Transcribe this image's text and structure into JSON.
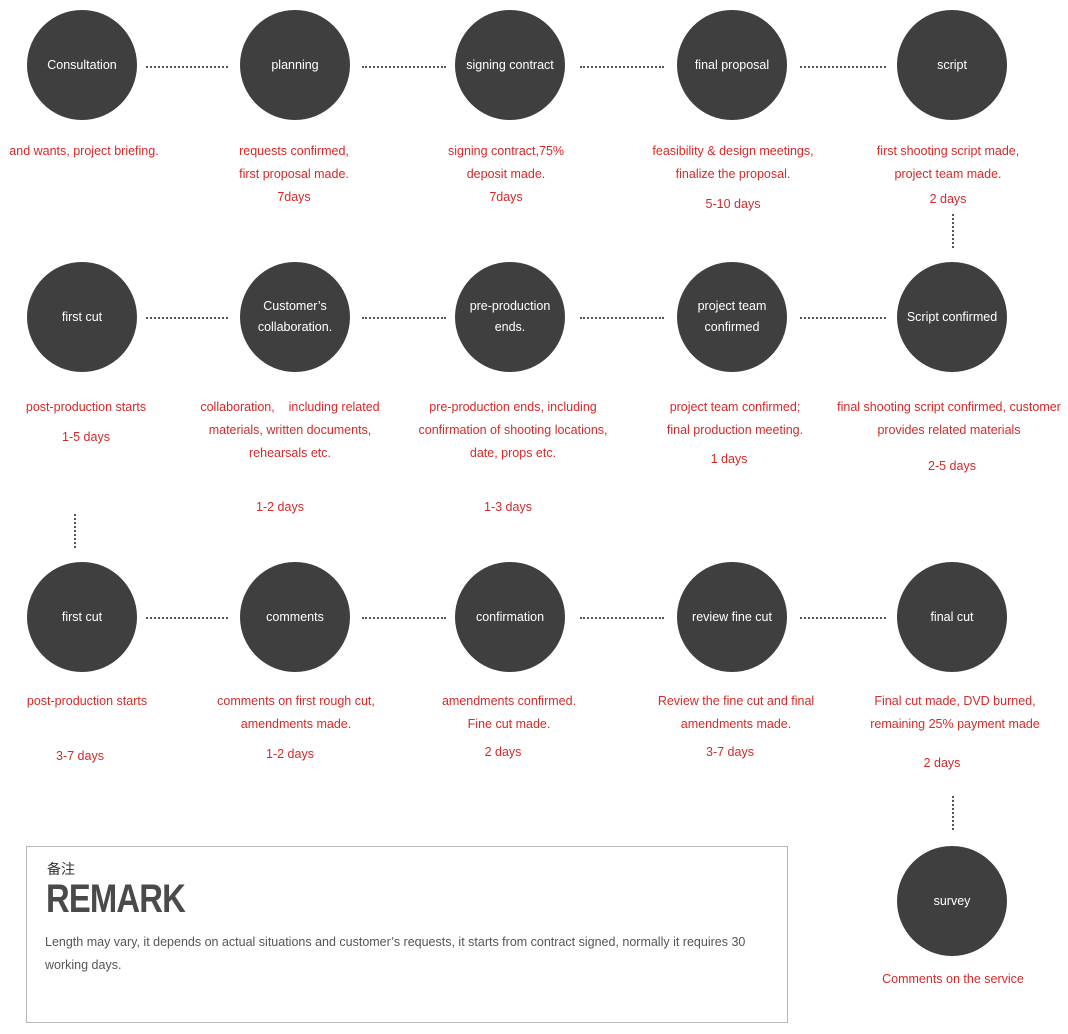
{
  "nodes": [
    {
      "lines": [
        "Consultation"
      ]
    },
    {
      "lines": [
        "planning"
      ]
    },
    {
      "lines": [
        "signing contract"
      ]
    },
    {
      "lines": [
        "final proposal"
      ]
    },
    {
      "lines": [
        "script"
      ]
    },
    {
      "lines": [
        "first cut"
      ]
    },
    {
      "lines": [
        "Customer’s",
        "collaboration."
      ]
    },
    {
      "lines": [
        "pre-production",
        "ends."
      ]
    },
    {
      "lines": [
        "project team",
        "confirmed"
      ]
    },
    {
      "lines": [
        "Script confirmed"
      ]
    },
    {
      "lines": [
        "first cut"
      ]
    },
    {
      "lines": [
        "comments"
      ]
    },
    {
      "lines": [
        "confirmation"
      ]
    },
    {
      "lines": [
        "review fine cut"
      ]
    },
    {
      "lines": [
        "final cut"
      ]
    },
    {
      "lines": [
        "survey"
      ]
    }
  ],
  "descriptions": [
    {
      "lines": [
        "and wants, project briefing."
      ]
    },
    {
      "lines": [
        "requests confirmed,",
        "first proposal made.",
        "7days"
      ]
    },
    {
      "lines": [
        "signing contract,75%",
        "deposit made.",
        "7days"
      ]
    },
    {
      "lines": [
        "feasibility & design meetings,",
        "finalize the proposal.",
        "5-10 days"
      ]
    },
    {
      "lines": [
        "first shooting script made,",
        "project team made.",
        "2 days"
      ]
    },
    {
      "lines": [
        "post-production starts",
        "1-5 days"
      ]
    },
    {
      "lines": [
        "collaboration,    including related",
        "materials, written documents,",
        "rehearsals etc.",
        "1-2 days"
      ]
    },
    {
      "lines": [
        "pre-production ends, including",
        "confirmation of shooting locations,",
        "date, props etc.",
        "1-3 days"
      ]
    },
    {
      "lines": [
        "project team confirmed;",
        "final production meeting.",
        "1 days"
      ]
    },
    {
      "lines": [
        "final shooting script confirmed, customer",
        "provides related materials",
        "2-5 days"
      ]
    },
    {
      "lines": [
        "post-production starts",
        "3-7 days"
      ]
    },
    {
      "lines": [
        "comments on first rough cut,",
        "amendments made.",
        "1-2 days"
      ]
    },
    {
      "lines": [
        "amendments confirmed.",
        "Fine cut made.",
        "2 days"
      ]
    },
    {
      "lines": [
        "Review the fine cut and final",
        "amendments made.",
        "3-7 days"
      ]
    },
    {
      "lines": [
        "Final cut made, DVD burned,",
        "remaining 25% payment made",
        "2 days"
      ]
    },
    {
      "lines": [
        "Comments on the service"
      ]
    }
  ],
  "remark": {
    "cn_label": "备注",
    "title": "REMARK",
    "text": "Length may vary, it depends on actual situations and customer’s requests, it starts from contract signed, normally it requires 30 working days."
  }
}
